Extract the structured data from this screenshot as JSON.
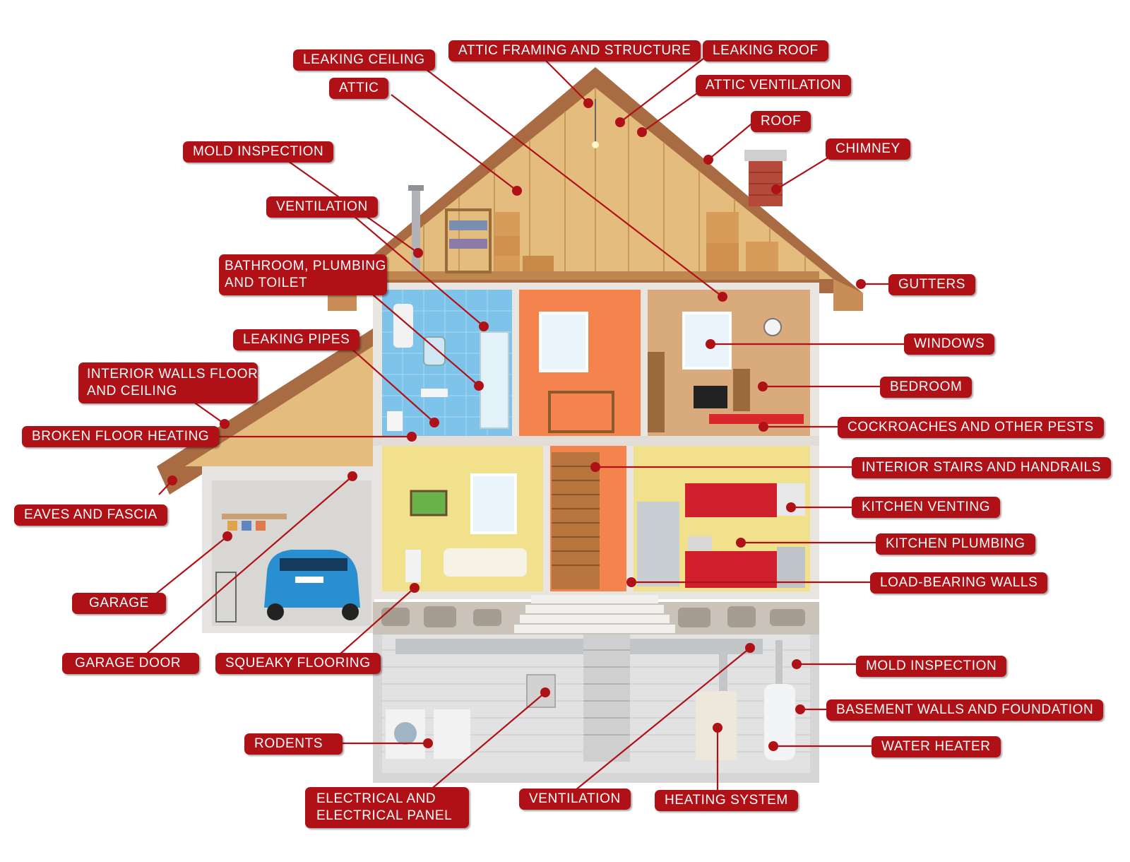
{
  "colors": {
    "label_bg": "#b01116",
    "label_text": "#ffffff",
    "leader_line": "#b01116",
    "roof": "#b5764a",
    "attic_wood": "#e2b97a",
    "wall_outer": "#e9e5e0"
  },
  "labels": {
    "leaking_ceiling": "LEAKING CEILING",
    "attic_framing": "ATTIC FRAMING AND STRUCTURE",
    "leaking_roof": "LEAKING ROOF",
    "attic": "ATTIC",
    "attic_ventilation": "ATTIC VENTILATION",
    "roof": "ROOF",
    "mold_inspection_top": "MOLD INSPECTION",
    "chimney": "CHIMNEY",
    "ventilation_top": "VENTILATION",
    "bathroom_line1": "BATHROOM, PLUMBING",
    "bathroom_line2": "AND TOILET",
    "gutters": "GUTTERS",
    "leaking_pipes": "LEAKING PIPES",
    "windows": "WINDOWS",
    "interior_walls_line1": "INTERIOR WALLS FLOORS",
    "interior_walls_line2": "AND CEILING",
    "bedroom": "BEDROOM",
    "broken_floor_heating": "BROKEN FLOOR HEATING",
    "cockroaches": "COCKROACHES AND OTHER PESTS",
    "interior_stairs": "INTERIOR STAIRS AND HANDRAILS",
    "eaves_fascia": "EAVES AND FASCIA",
    "kitchen_venting": "KITCHEN VENTING",
    "kitchen_plumbing": "KITCHEN PLUMBING",
    "load_bearing": "LOAD-BEARING WALLS",
    "garage": "GARAGE",
    "garage_door": "GARAGE DOOR",
    "squeaky_flooring": "SQUEAKY FLOORING",
    "mold_inspection_bottom": "MOLD INSPECTION",
    "basement_walls": "BASEMENT WALLS AND FOUNDATION",
    "rodents": "RODENTS",
    "water_heater": "WATER HEATER",
    "electrical_line1": "ELECTRICAL AND",
    "electrical_line2": "ELECTRICAL PANEL",
    "ventilation_bottom": "VENTILATION",
    "heating_system": "HEATING SYSTEM"
  }
}
